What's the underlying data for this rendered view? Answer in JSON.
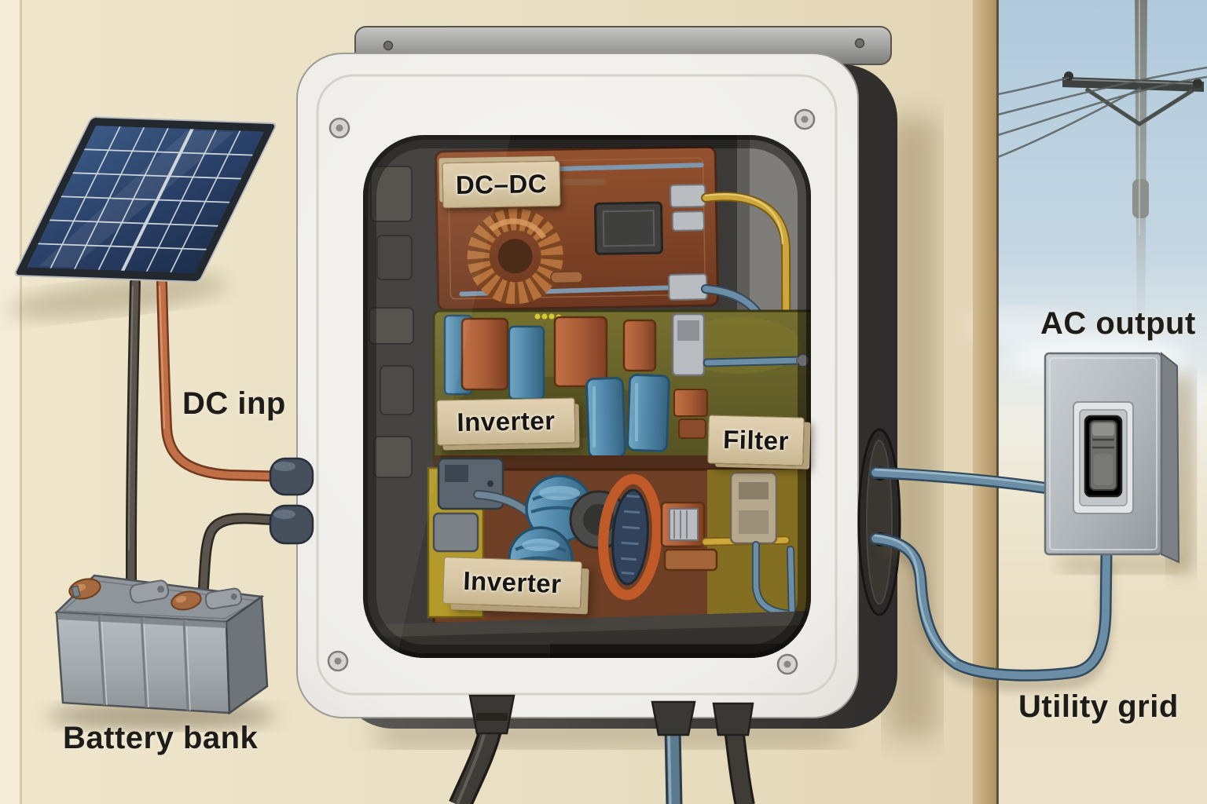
{
  "labels": {
    "dc_input": "DC inp",
    "battery_bank": "Battery bank",
    "ac_output": "AC output",
    "utility_grid": "Utility grid"
  },
  "plaques": {
    "dc_dc": "DC–DC",
    "inverter_top": "Inverter",
    "filter": "Filter",
    "inverter_bottom": "Inverter"
  },
  "colors": {
    "wall": "#e9dfc4",
    "corner_trim": "#c0a678",
    "sky": "#b2cbdc",
    "enclosure_front": "#f3f2ef",
    "enclosure_side": "#3f3e3c",
    "plaque": "#d7c6a4",
    "pcb_copper": "#85462a",
    "pcb_olive": "#6e682c",
    "capacitor_blue": "#4f86a8",
    "transformer_orange": "#a85c36",
    "wire_positive": "#c06f46",
    "wire_negative": "#5b544c",
    "wire_ac_blue": "#6b8ea6",
    "wire_yellow": "#cda63c",
    "battery_gray": "#a8aeb2",
    "switch_box": "#b9bdc1",
    "label_text": "#1e1c19"
  }
}
